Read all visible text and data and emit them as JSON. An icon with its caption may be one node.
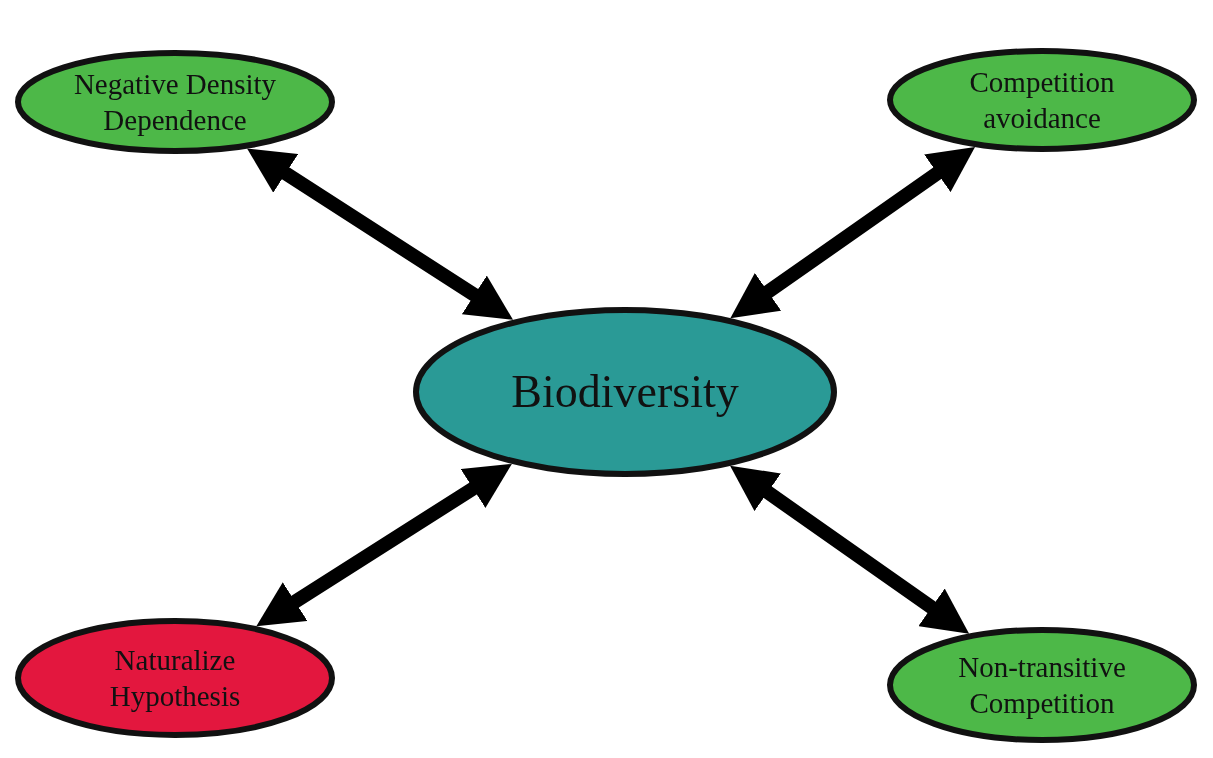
{
  "diagram": {
    "nodes": [
      {
        "text": [
          "Negative Density Dependence"
        ]
      },
      {
        "text": [
          "Competition avoidance"
        ]
      },
      {
        "text": [
          "Biodiversity"
        ]
      },
      {
        "text": [
          "Naturalize Hypothesis"
        ]
      },
      {
        "text": [
          "Non-transitive Competition"
        ]
      }
    ],
    "edges": [
      {
        "from": 2,
        "to": 0,
        "arrow": "both"
      },
      {
        "from": 2,
        "to": 1,
        "arrow": "both"
      },
      {
        "from": 2,
        "to": 3,
        "arrow": "both"
      },
      {
        "from": 2,
        "to": 4,
        "arrow": "both"
      }
    ]
  }
}
